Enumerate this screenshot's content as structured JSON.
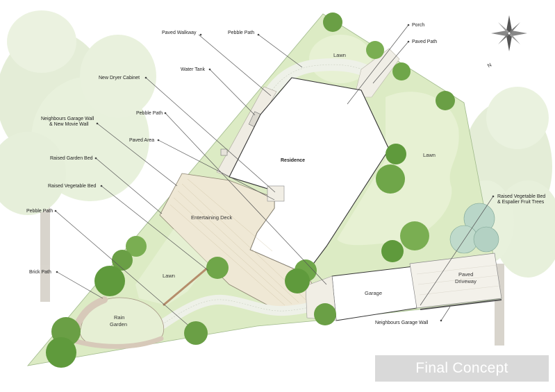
{
  "labels": {
    "paved_walkway": "Paved Walkway",
    "pebble_path_top": "Pebble Path",
    "porch": "Porch",
    "paved_path": "Paved Path",
    "water_tank": "Water Tank",
    "new_dryer_cabinet": "New Dryer Cabinet",
    "pebble_path_mid": "Pebble Path",
    "neighbours_wall_line1": "Neighbours Garage Wall",
    "neighbours_wall_line2": "& New Movie Wall",
    "paved_area": "Paved Area",
    "raised_garden_bed": "Raised Garden Bed",
    "raised_vegetable_bed": "Raised Vegetable Bed",
    "pebble_path_left": "Pebble Path",
    "brick_path": "Brick Path",
    "raised_veg_espalier_line1": "Raised Vegetable Bed",
    "raised_veg_espalier_line2": "& Espalier Fruit Trees",
    "neighbours_garage_wall": "Neighbours Garage Wall"
  },
  "areas": {
    "lawn_top": "Lawn",
    "residence": "Residence",
    "lawn_right": "Lawn",
    "entertaining_deck": "Entertaining Deck",
    "lawn_left": "Lawn",
    "rain_garden_line1": "Rain",
    "rain_garden_line2": "Garden",
    "garage": "Garage",
    "paved_driveway_line1": "Paved",
    "paved_driveway_line2": "Driveway"
  },
  "compass": {
    "north_letter": "N"
  },
  "banner": {
    "title": "Final Concept"
  },
  "colors": {
    "lawn": "#dcebc4",
    "lawn_light": "#e9f3d6",
    "tree_canopy": "#cfe0b8",
    "shrub": "#5f9a3c",
    "shrub_light": "#8cc168",
    "espalier": "#b9d6c8",
    "path": "#eef1e8",
    "deck": "#efe8d5",
    "paving": "#f3f1ea",
    "brick": "#d7c9b9",
    "banner": "#d9d9d9"
  }
}
